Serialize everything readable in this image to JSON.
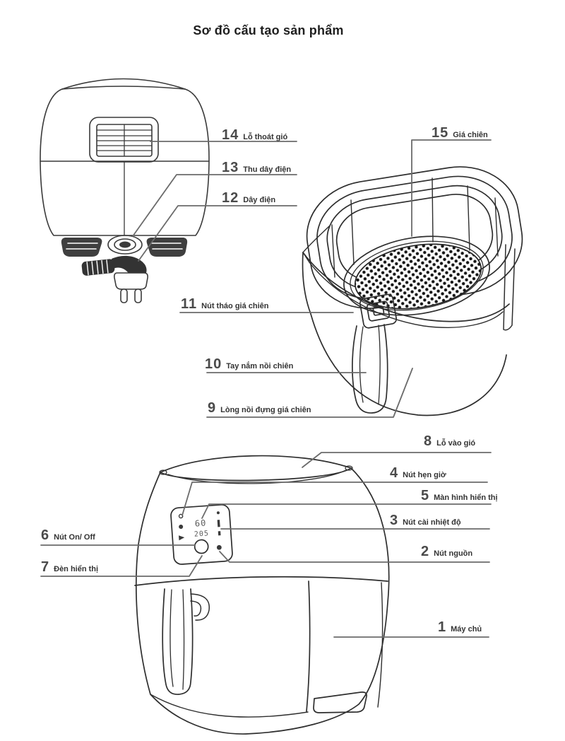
{
  "title": "Sơ đồ cấu tạo sản phẩm",
  "panel": {
    "display_top": "60",
    "display_bottom": "205"
  },
  "parts": {
    "p1": {
      "num": "1",
      "label": "Máy chủ"
    },
    "p2": {
      "num": "2",
      "label": "Nút nguồn"
    },
    "p3": {
      "num": "3",
      "label": "Nút cài nhiệt độ"
    },
    "p4": {
      "num": "4",
      "label": "Nút hẹn giờ"
    },
    "p5": {
      "num": "5",
      "label": "Màn hình hiển thị"
    },
    "p6": {
      "num": "6",
      "label": "Nút On/ Off"
    },
    "p7": {
      "num": "7",
      "label": "Đèn hiển thị"
    },
    "p8": {
      "num": "8",
      "label": "Lỗ vào gió"
    },
    "p9": {
      "num": "9",
      "label": "Lòng nồi đựng giá chiên"
    },
    "p10": {
      "num": "10",
      "label": "Tay nắm nồi chiên"
    },
    "p11": {
      "num": "11",
      "label": "Nút tháo giá chiên"
    },
    "p12": {
      "num": "12",
      "label": "Dây điện"
    },
    "p13": {
      "num": "13",
      "label": "Thu dây điện"
    },
    "p14": {
      "num": "14",
      "label": "Lỗ thoát gió"
    },
    "p15": {
      "num": "15",
      "label": "Giá chiên"
    }
  },
  "colors": {
    "line": "#3a3a3a",
    "leader": "#6b6b6b",
    "text": "#333333"
  }
}
